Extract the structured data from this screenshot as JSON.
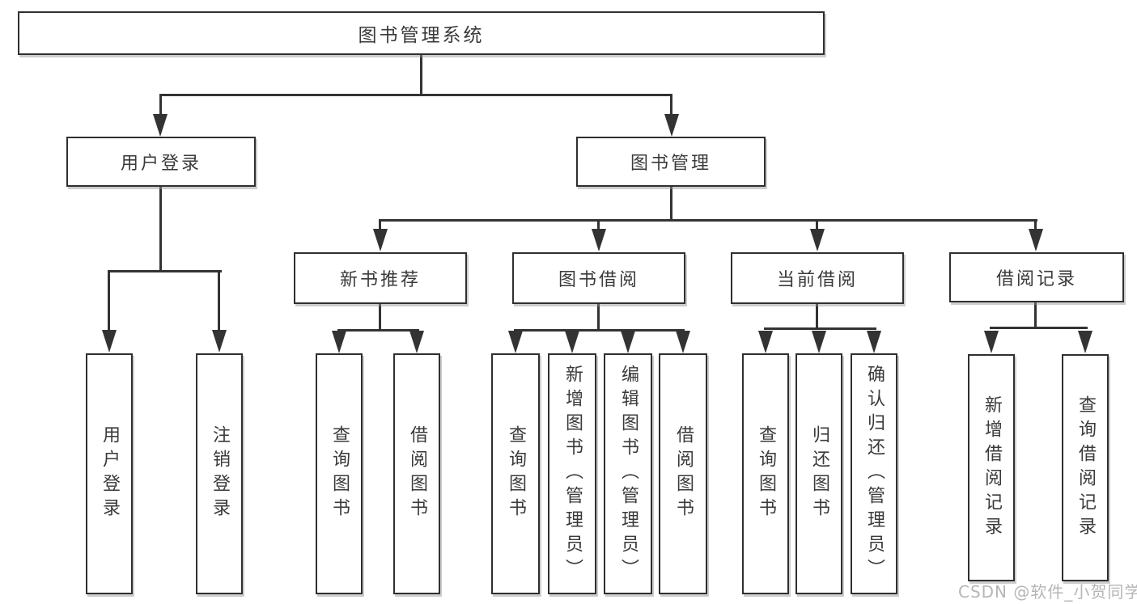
{
  "tree": {
    "root": {
      "label": "图书管理系统"
    },
    "children": [
      {
        "label": "用户登录",
        "children": [
          {
            "label": "用户登录"
          },
          {
            "label": "注销登录"
          }
        ]
      },
      {
        "label": "图书管理",
        "children": [
          {
            "label": "新书推荐",
            "children": [
              {
                "label": "查询图书"
              },
              {
                "label": "借阅图书"
              }
            ]
          },
          {
            "label": "图书借阅",
            "children": [
              {
                "label": "查询图书"
              },
              {
                "label": "新增图书（管理员）"
              },
              {
                "label": "编辑图书（管理员）"
              },
              {
                "label": "借阅图书"
              }
            ]
          },
          {
            "label": "当前借阅",
            "children": [
              {
                "label": "查询图书"
              },
              {
                "label": "归还图书"
              },
              {
                "label": "确认归还（管理员）"
              }
            ]
          },
          {
            "label": "借阅记录",
            "children": [
              {
                "label": "新增借阅记录"
              },
              {
                "label": "查询借阅记录"
              }
            ]
          }
        ]
      }
    ]
  },
  "watermark": {
    "text": "CSDN @软件_小贺同学"
  },
  "colors": {
    "line": "#333333",
    "text": "#3a3a3a",
    "background": "#ffffff",
    "watermark": "#b7b5b8"
  }
}
